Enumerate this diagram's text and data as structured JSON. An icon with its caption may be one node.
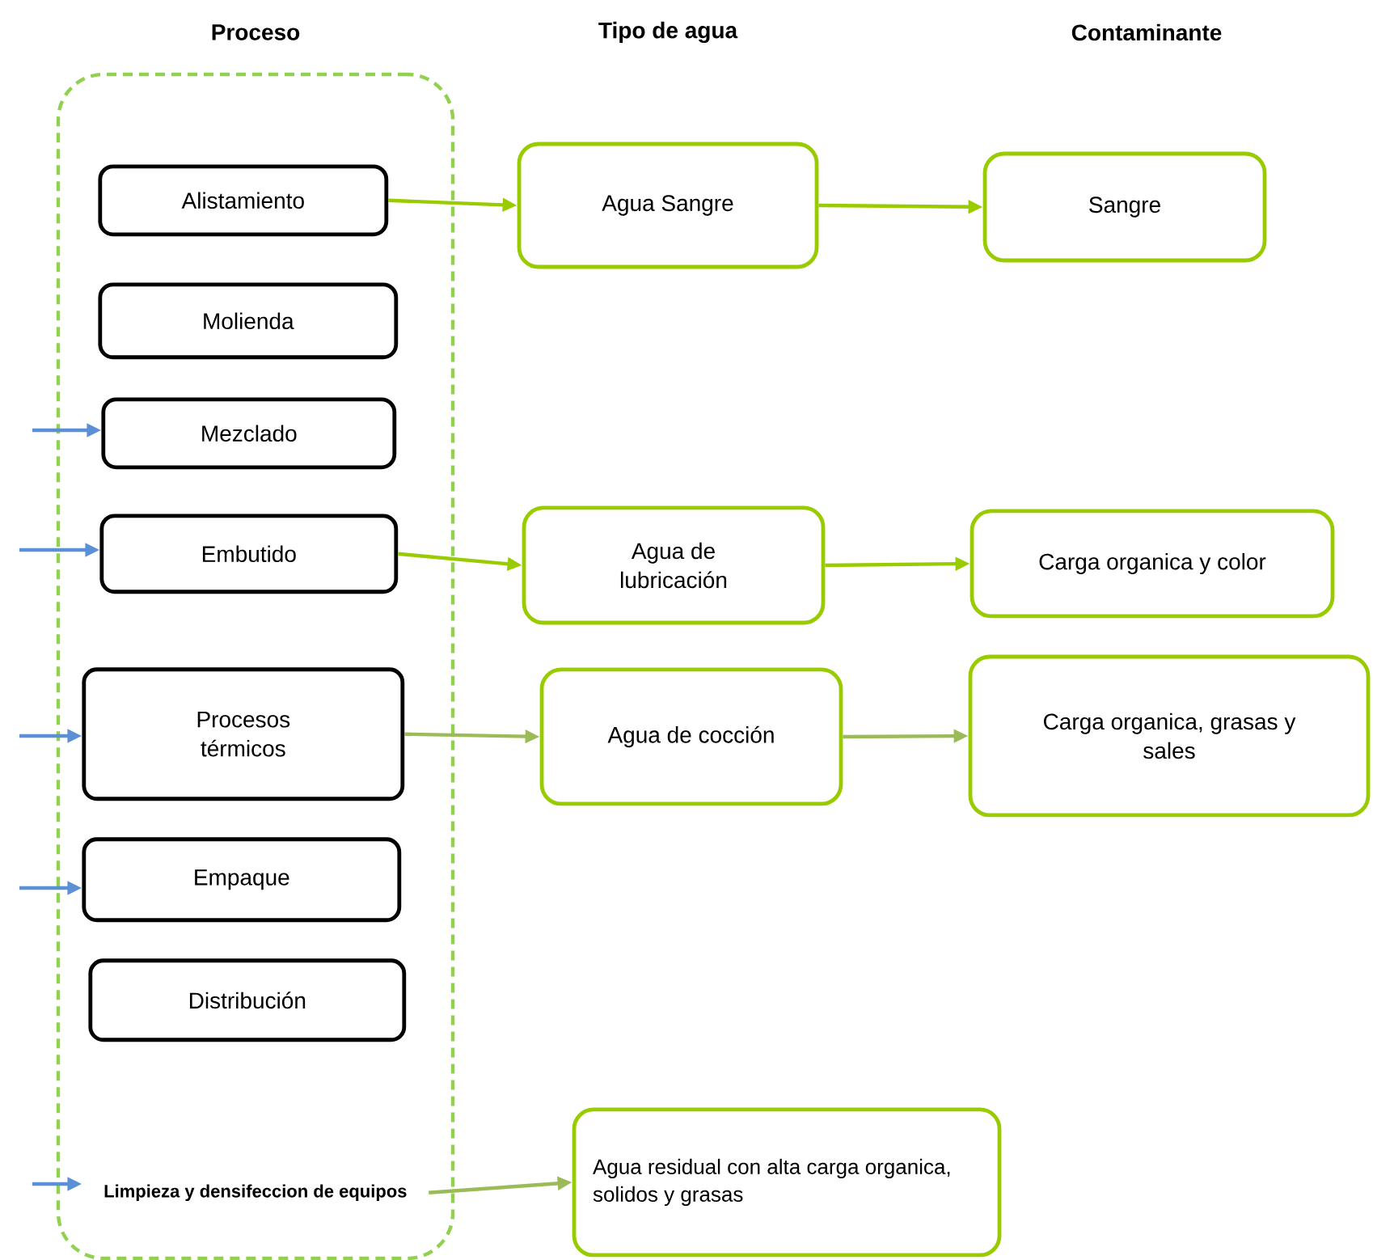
{
  "diagram": {
    "nodes": [
      {
        "text": [
          "Proceso"
        ]
      },
      {
        "text": [
          "Alistamiento"
        ],
        "in": 0
      },
      {
        "text": [
          "Molienda"
        ],
        "in": 0
      },
      {
        "text": [
          "Mezclado"
        ],
        "in": 0
      },
      {
        "text": [
          "Embutido"
        ],
        "in": 0
      },
      {
        "text": [
          "Procesos térmicos"
        ],
        "in": 0
      },
      {
        "text": [
          "Empaque"
        ],
        "in": 0
      },
      {
        "text": [
          "Distribución"
        ],
        "in": 0
      },
      {
        "text": [
          "Limpieza y densifeccion de equipos"
        ],
        "in": 0
      },
      {
        "text": [
          "Agua Sangre"
        ]
      },
      {
        "text": [
          "Sangre"
        ]
      },
      {
        "text": [
          "Agua de lubricación"
        ]
      },
      {
        "text": [
          "Carga organica y color"
        ]
      },
      {
        "text": [
          "Agua de cocción"
        ]
      },
      {
        "text": [
          "Carga organica, grasas y sales"
        ]
      },
      {
        "text": [
          "Agua residual con alta carga organica, solidos y grasas"
        ]
      }
    ],
    "edges": [
      {
        "from": 1,
        "to": 9,
        "arrow": "to",
        "color": "#99cc00"
      },
      {
        "from": 9,
        "to": 10,
        "arrow": "to",
        "color": "#99cc00"
      },
      {
        "from": 4,
        "to": 11,
        "arrow": "to",
        "color": "#99cc00"
      },
      {
        "from": 11,
        "to": 12,
        "arrow": "to",
        "color": "#99cc00"
      },
      {
        "from": 5,
        "to": 13,
        "arrow": "to",
        "color": "#9bbb59"
      },
      {
        "from": 13,
        "to": 14,
        "arrow": "to",
        "color": "#9bbb59"
      },
      {
        "from": 8,
        "to": 15,
        "arrow": "to",
        "color": "#9bbb59"
      },
      {
        "from": null,
        "to": 3,
        "arrow": "to",
        "color": "#5b8fd6"
      },
      {
        "from": null,
        "to": 4,
        "arrow": "to",
        "color": "#5b8fd6"
      },
      {
        "from": null,
        "to": 5,
        "arrow": "to",
        "color": "#5b8fd6"
      },
      {
        "from": null,
        "to": 6,
        "arrow": "to",
        "color": "#5b8fd6"
      },
      {
        "from": null,
        "to": 8,
        "arrow": "to",
        "color": "#5b8fd6"
      }
    ],
    "labels": [
      "Tipo de agua",
      "Contaminante"
    ]
  }
}
